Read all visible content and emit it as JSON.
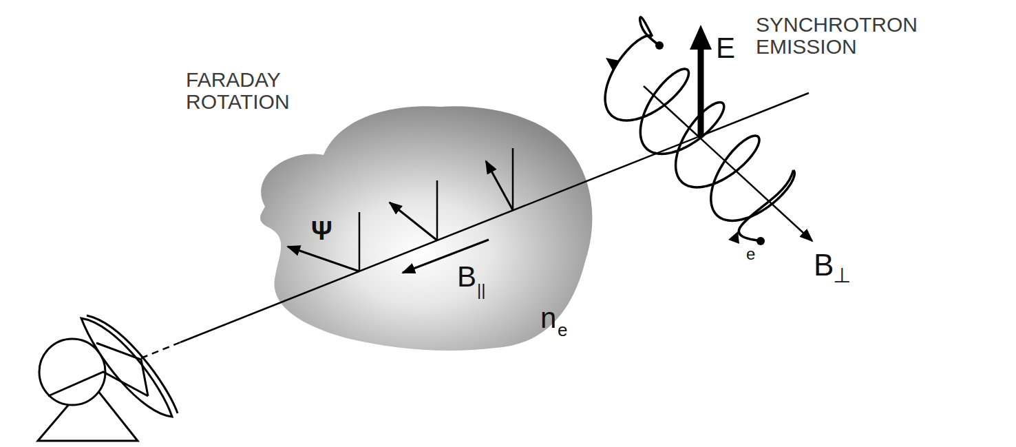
{
  "diagram": {
    "labels": [
      "FARADAY ROTATION",
      "SYNCHROTRON EMISSION",
      "E",
      "Ψ",
      "B",
      "||",
      "n",
      "e",
      "e",
      "B",
      "⊥"
    ]
  }
}
